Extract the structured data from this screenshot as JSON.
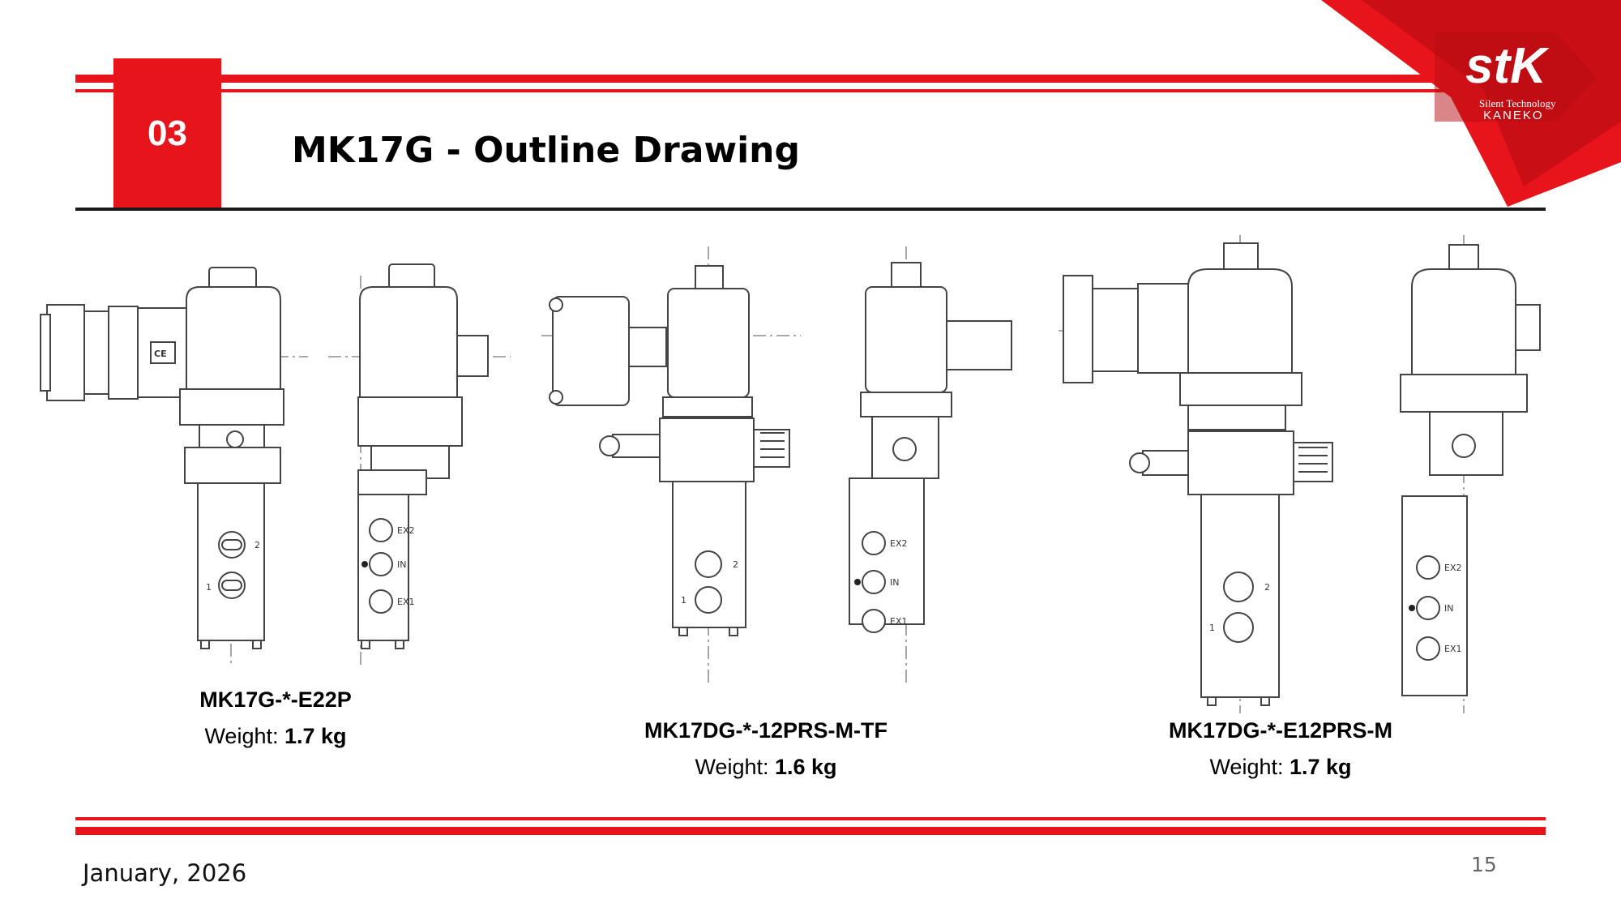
{
  "header": {
    "section_number": "03",
    "title": "MK17G - Outline Drawing",
    "logo": {
      "mark": "stK",
      "tagline": "Silent Technology",
      "company": "KANEKO"
    }
  },
  "products": [
    {
      "model": "MK17G-*-E22P",
      "weight_label": "Weight:",
      "weight_value": "1.7 kg"
    },
    {
      "model": "MK17DG-*-12PRS-M-TF",
      "weight_label": "Weight:",
      "weight_value": "1.6 kg"
    },
    {
      "model": "MK17DG-*-E12PRS-M",
      "weight_label": "Weight:",
      "weight_value": "1.7 kg"
    }
  ],
  "drawing_labels": {
    "port_1": "1",
    "port_2": "2",
    "ex1": "EX1",
    "ex2": "EX2",
    "in": "IN",
    "ce": "CE"
  },
  "footer": {
    "date": "January, 2026",
    "page_number": "15"
  },
  "colors": {
    "accent_red": "#e8141c",
    "rule_dark": "#1a1a1a"
  }
}
